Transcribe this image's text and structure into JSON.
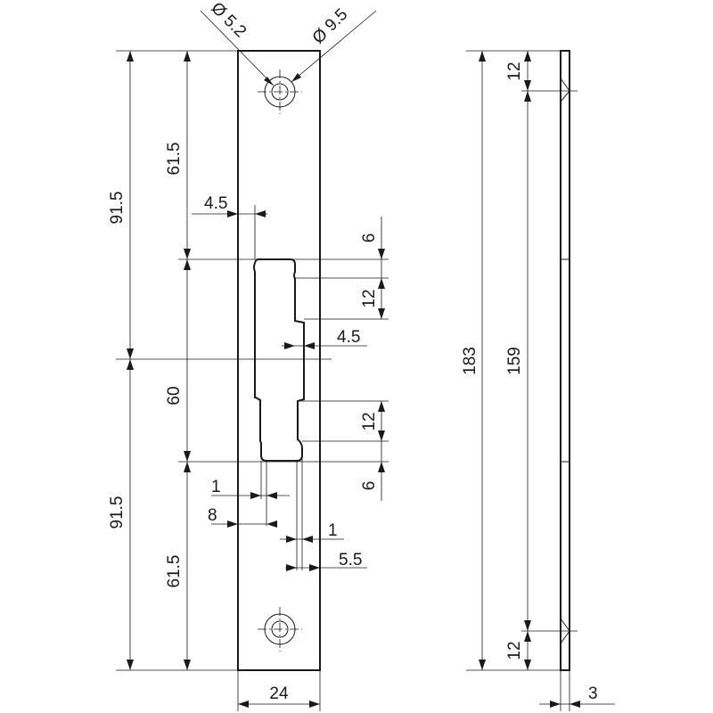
{
  "diameters": {
    "hole": "Ø 5.2",
    "counterbore": "Ø 9.5"
  },
  "dimensions": {
    "upper_total": "91.5",
    "lower_total": "91.5",
    "upper_hole_to_slot": "61.5",
    "lower_hole_to_slot": "61.5",
    "slot_height": "60",
    "slot_left_offset": "4.5",
    "top_notch_depth": "6",
    "top_step_height": "12",
    "step_width": "4.5",
    "bottom_step_height": "12",
    "bottom_notch_depth": "6",
    "bottom_left_step": "1",
    "slot_width": "8",
    "bottom_right_step": "1",
    "right_offset": "5.5",
    "plate_width": "24",
    "side_total_length": "183",
    "side_inner_length": "159",
    "side_top_bevel": "12",
    "side_bottom_bevel": "12",
    "thickness": "3"
  }
}
